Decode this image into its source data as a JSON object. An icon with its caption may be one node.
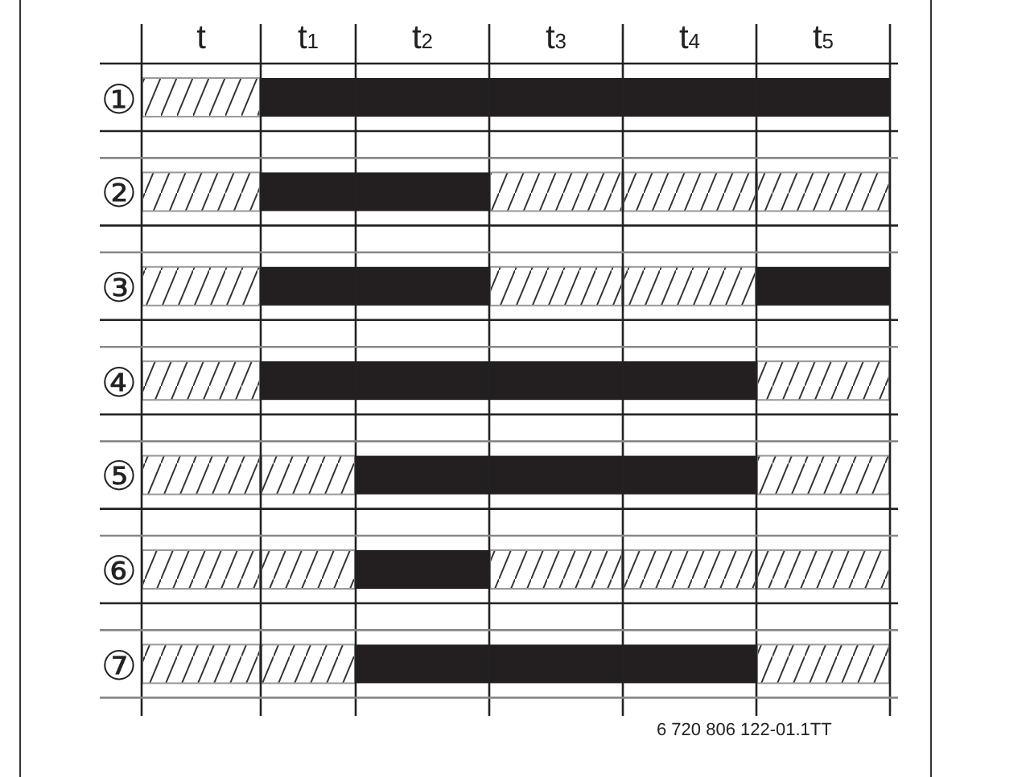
{
  "diagram": {
    "labels": [
      "t",
      "t$_{1}$",
      "t$_{2}$",
      "t$_{3}$",
      "t$_{4}$",
      "t$_{5}$",
      "①",
      "②",
      "③",
      "④",
      "⑤",
      "⑥",
      "⑦",
      "6 720 806 122-01.1TT"
    ]
  }
}
